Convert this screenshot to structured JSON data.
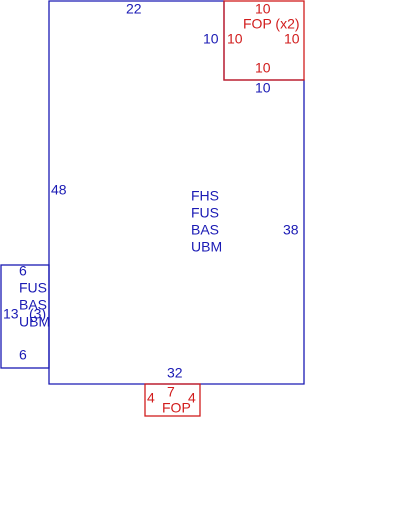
{
  "colors": {
    "main": "#1a1ab4",
    "addition": "#d11c1c"
  },
  "main_area": {
    "top_dim": "22",
    "left_dim": "48",
    "right_dim": "38",
    "bottom_dim": "32",
    "notch_left_dim": "10",
    "notch_bottom_dim": "10",
    "codes": [
      "FHS",
      "FUS",
      "BAS",
      "UBM"
    ]
  },
  "fop_top": {
    "top_dim": "10",
    "left_dim": "10",
    "right_dim": "10",
    "bottom_dim": "10",
    "label": "FOP (x2)"
  },
  "side_area": {
    "top_dim": "6",
    "bottom_dim": "6",
    "depth_dim": "13",
    "count": "(3)",
    "codes": [
      "FUS",
      "BAS",
      "UBM"
    ]
  },
  "fop_bottom": {
    "left_dim": "4",
    "top_dim": "7",
    "right_dim": "4",
    "label": "FOP"
  }
}
